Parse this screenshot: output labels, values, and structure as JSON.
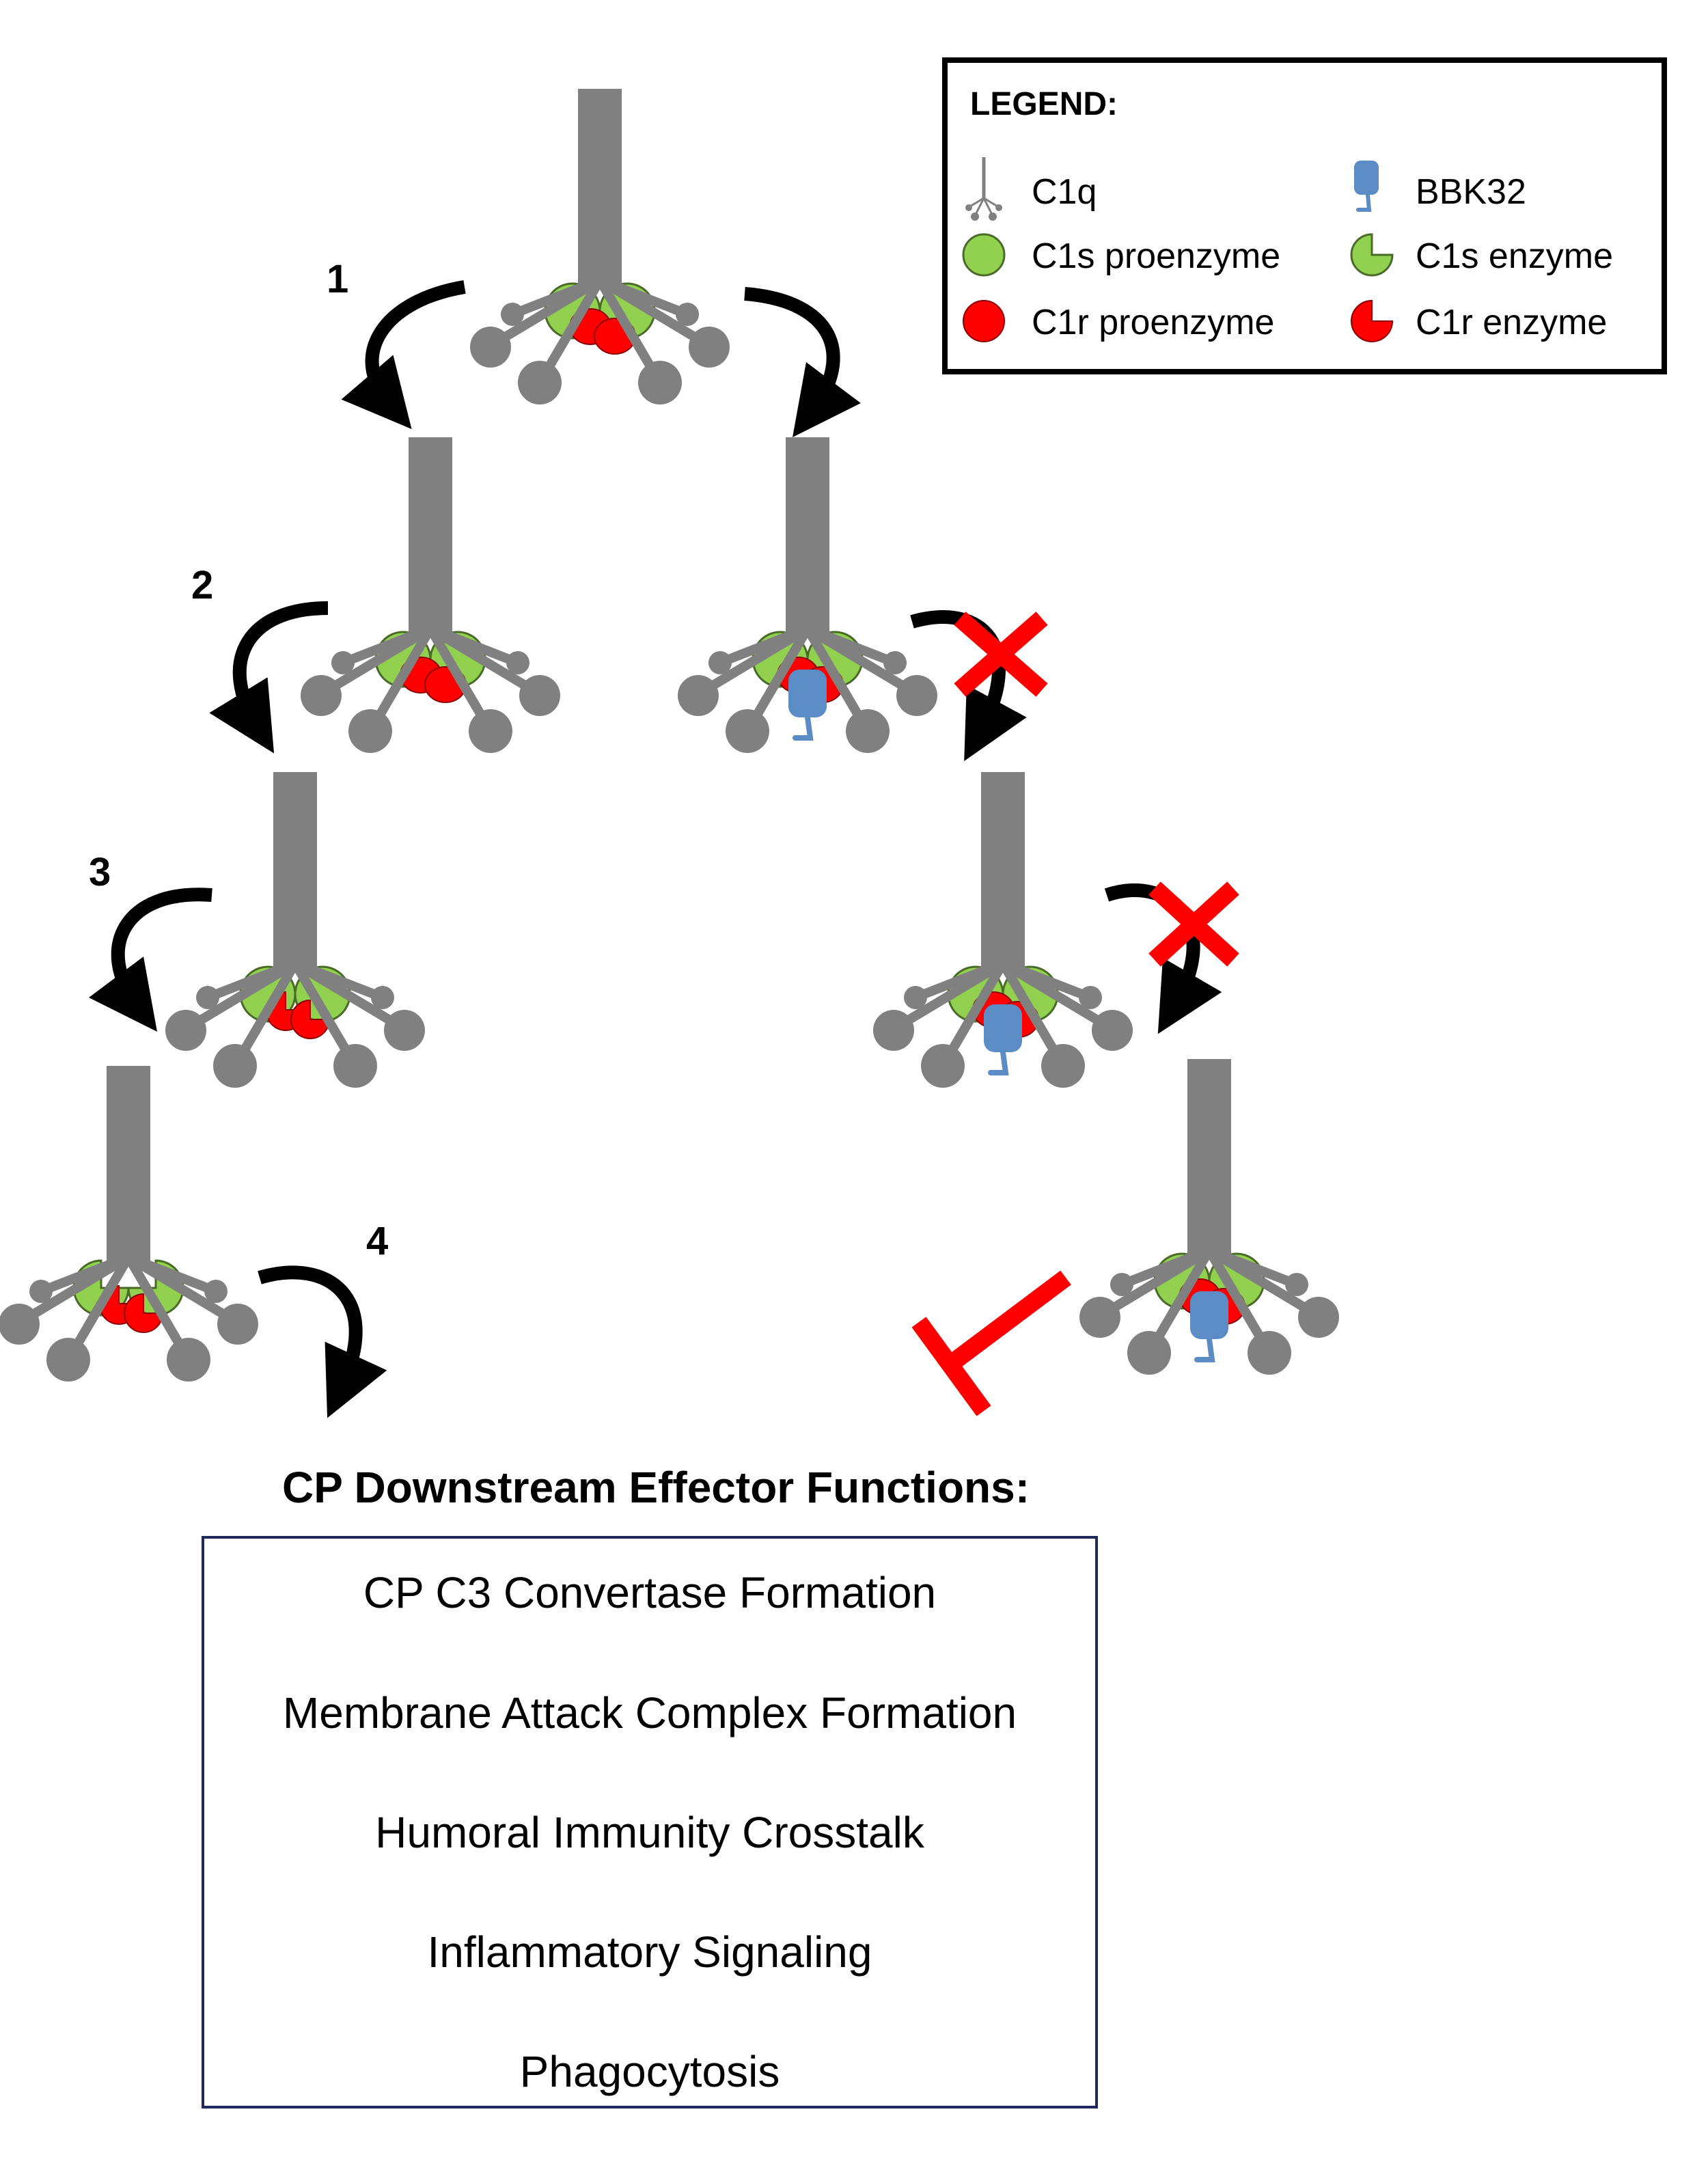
{
  "legend": {
    "title": "LEGEND:",
    "items": [
      {
        "label": "C1q",
        "icon": "c1q-icon"
      },
      {
        "label": "BBK32",
        "icon": "bbk32-icon"
      },
      {
        "label": "C1s proenzyme",
        "icon": "c1s-proenzyme-icon"
      },
      {
        "label": "C1s enzyme",
        "icon": "c1s-enzyme-icon"
      },
      {
        "label": "C1r proenzyme",
        "icon": "c1r-proenzyme-icon"
      },
      {
        "label": "C1r enzyme",
        "icon": "c1r-enzyme-icon"
      }
    ]
  },
  "steps": [
    "1",
    "2",
    "3",
    "4"
  ],
  "effector": {
    "title": "CP Downstream Effector Functions:",
    "items": [
      "CP C3 Convertase Formation",
      "Membrane Attack Complex Formation",
      "Humoral Immunity Crosstalk",
      "Inflammatory Signaling",
      "Phagocytosis"
    ]
  },
  "colors": {
    "c1q": "#808080",
    "c1s": "#92d050",
    "c1r": "#ff0000",
    "bbk32": "#5b8cc6",
    "arrow": "#000000",
    "inhibit": "#ff0000",
    "box_border": "#1f2a5c"
  }
}
